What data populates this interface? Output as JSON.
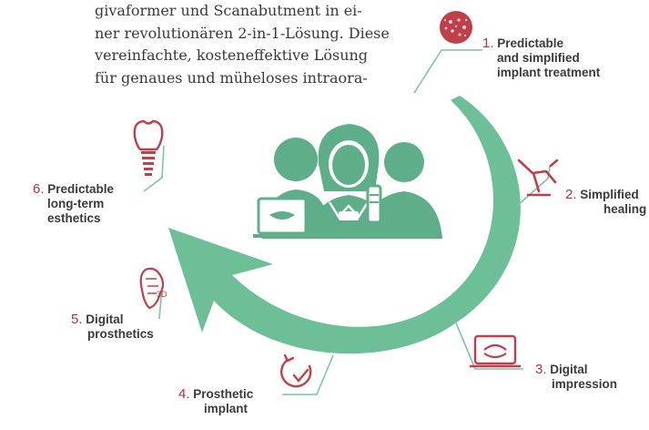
{
  "paragraph": {
    "lines": [
      "givaformer und Scanabutment in ei-",
      "ner revolutionären 2-in-1-Lösung. Diese",
      "vereinfachte, kosteneffektive Lösung",
      "für genaues und müheloses intraora-"
    ]
  },
  "steps": [
    {
      "num": "1.",
      "lines": [
        "Predictable",
        "and simplified",
        "implant treatment"
      ],
      "icon": "dental-bone-icon"
    },
    {
      "num": "2.",
      "lines": [
        "Simplified",
        "healing"
      ],
      "icon": "dental-chair-icon"
    },
    {
      "num": "3.",
      "lines": [
        "Digital",
        "impression"
      ],
      "icon": "laptop-scan-icon"
    },
    {
      "num": "4.",
      "lines": [
        "Prosthetic",
        "implant"
      ],
      "icon": "clock-check-icon"
    },
    {
      "num": "5.",
      "lines": [
        "Digital",
        "prosthetics"
      ],
      "icon": "tooth-3d-icon"
    },
    {
      "num": "6.",
      "lines": [
        "Predictable",
        "long-term",
        "esthetics"
      ],
      "icon": "implant-tooth-icon"
    }
  ],
  "colors": {
    "accent_red": "#b2333a",
    "arrow_green": "#6dbf98",
    "figure_green": "#5fae8a",
    "text": "#3b3b3b"
  }
}
